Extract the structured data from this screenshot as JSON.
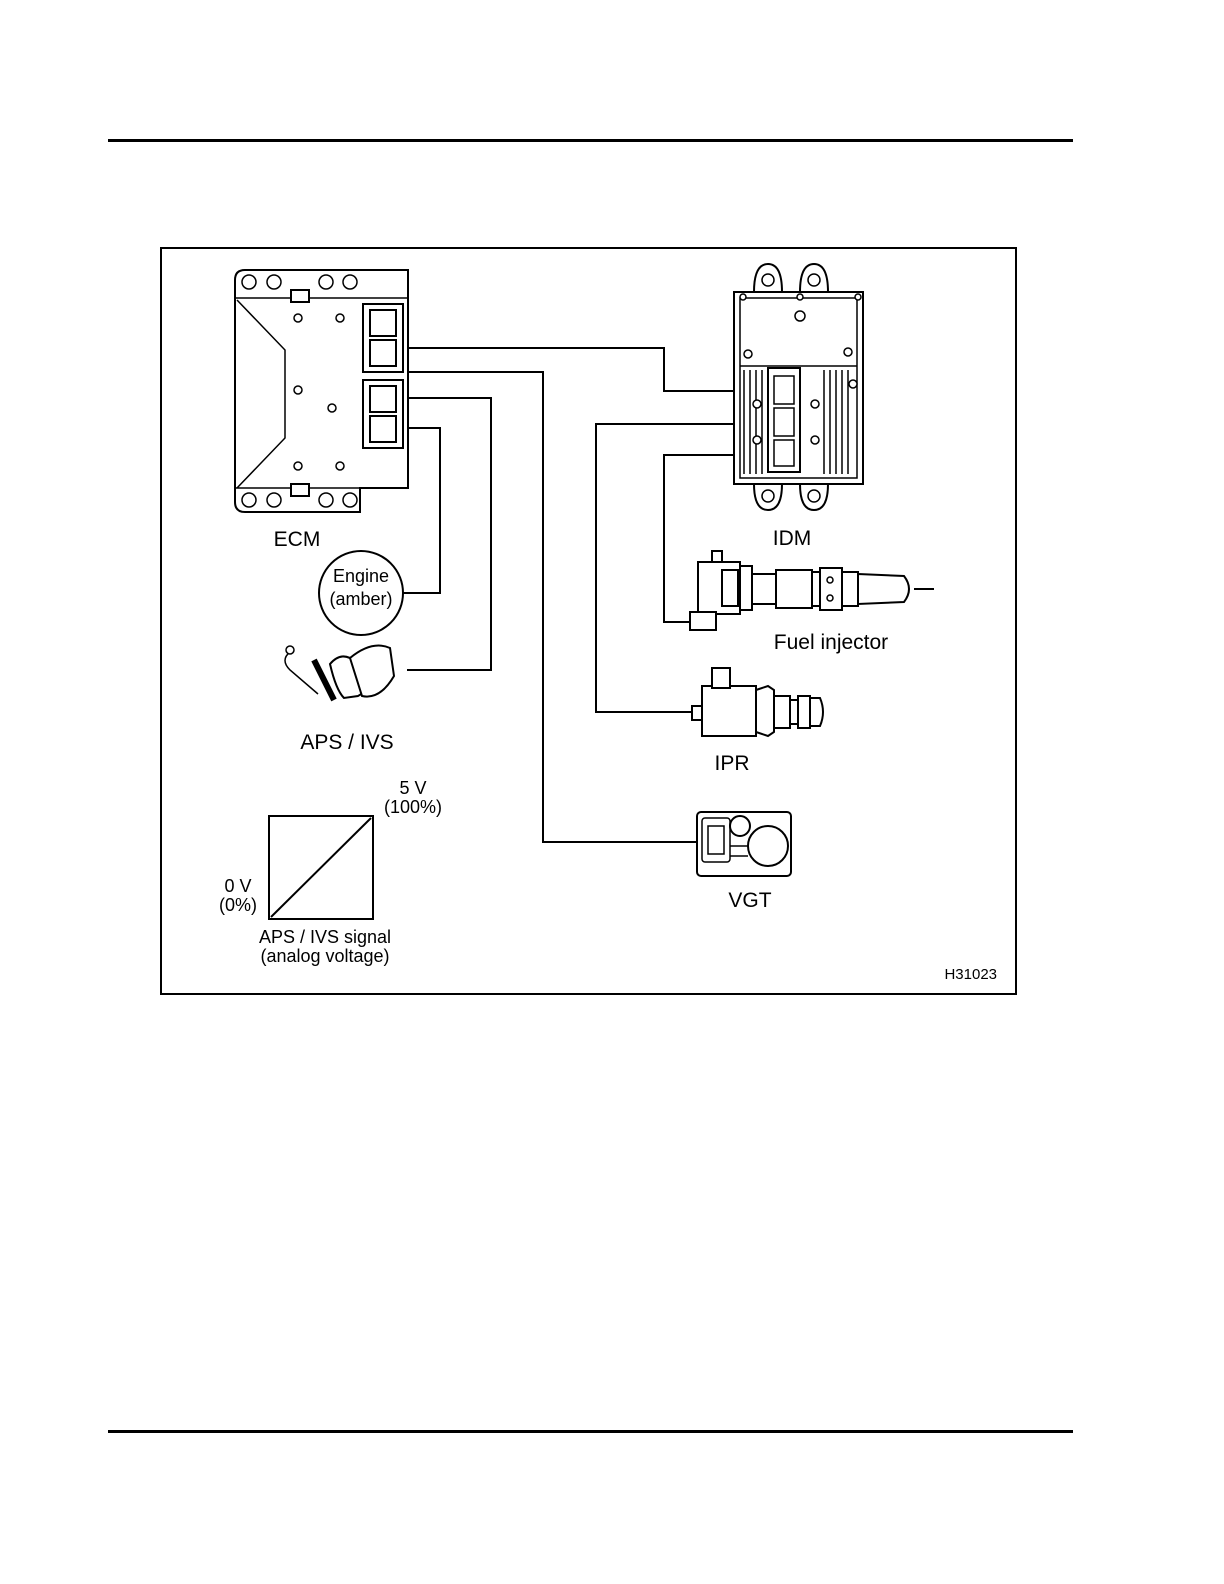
{
  "labels": {
    "ecm": "ECM",
    "idm": "IDM",
    "engine_line1": "Engine",
    "engine_line2": "(amber)",
    "fuel_injector": "Fuel injector",
    "aps_ivs": "APS / IVS",
    "ipr": "IPR",
    "vgt": "VGT",
    "volt_high": "5 V",
    "pct_high": "(100%)",
    "volt_low": "0 V",
    "pct_low": "(0%)",
    "signal_line1": "APS / IVS signal",
    "signal_line2": "(analog voltage)",
    "figure_code": "H31023"
  }
}
